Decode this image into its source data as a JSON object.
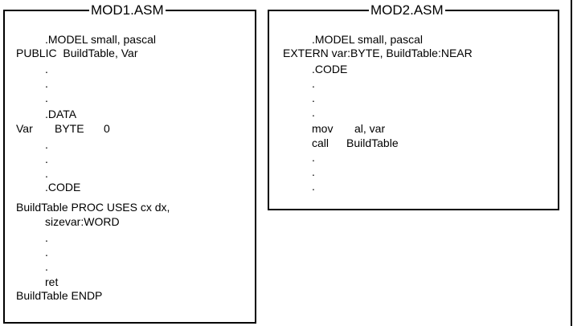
{
  "mod1": {
    "title": "MOD1.ASM",
    "lines": [
      ".MODEL small, pascal",
      "PUBLIC  BuildTable, Var",
      ".",
      ".",
      ".",
      ".DATA",
      "Var",
      "BYTE",
      "0",
      ".",
      ".",
      ".",
      ".CODE",
      "BuildTable PROC USES cx dx,",
      "sizevar:WORD",
      ".",
      ".",
      ".",
      "ret",
      "BuildTable ENDP"
    ]
  },
  "mod2": {
    "title": "MOD2.ASM",
    "lines": [
      ".MODEL small, pascal",
      "EXTERN var:BYTE, BuildTable:NEAR",
      ".CODE",
      ".",
      ".",
      ".",
      "mov",
      "al, var",
      "call",
      "BuildTable",
      ".",
      ".",
      "."
    ]
  }
}
